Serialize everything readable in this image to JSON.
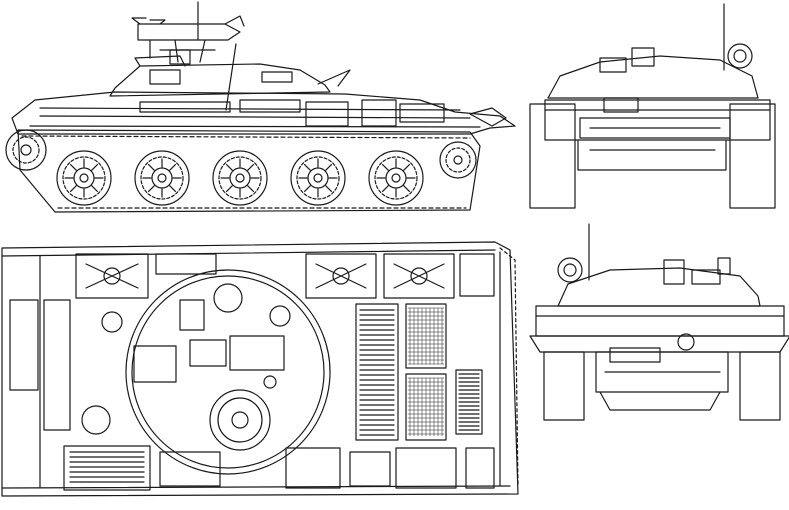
{
  "figure": {
    "subject": "tank-destroyer-four-view-line-drawing",
    "background_color": "#ffffff",
    "ink_color": "#1a1a1a",
    "views": [
      {
        "id": "side-view",
        "road_wheels": 5
      },
      {
        "id": "front-view"
      },
      {
        "id": "top-view"
      },
      {
        "id": "rear-view"
      }
    ]
  }
}
